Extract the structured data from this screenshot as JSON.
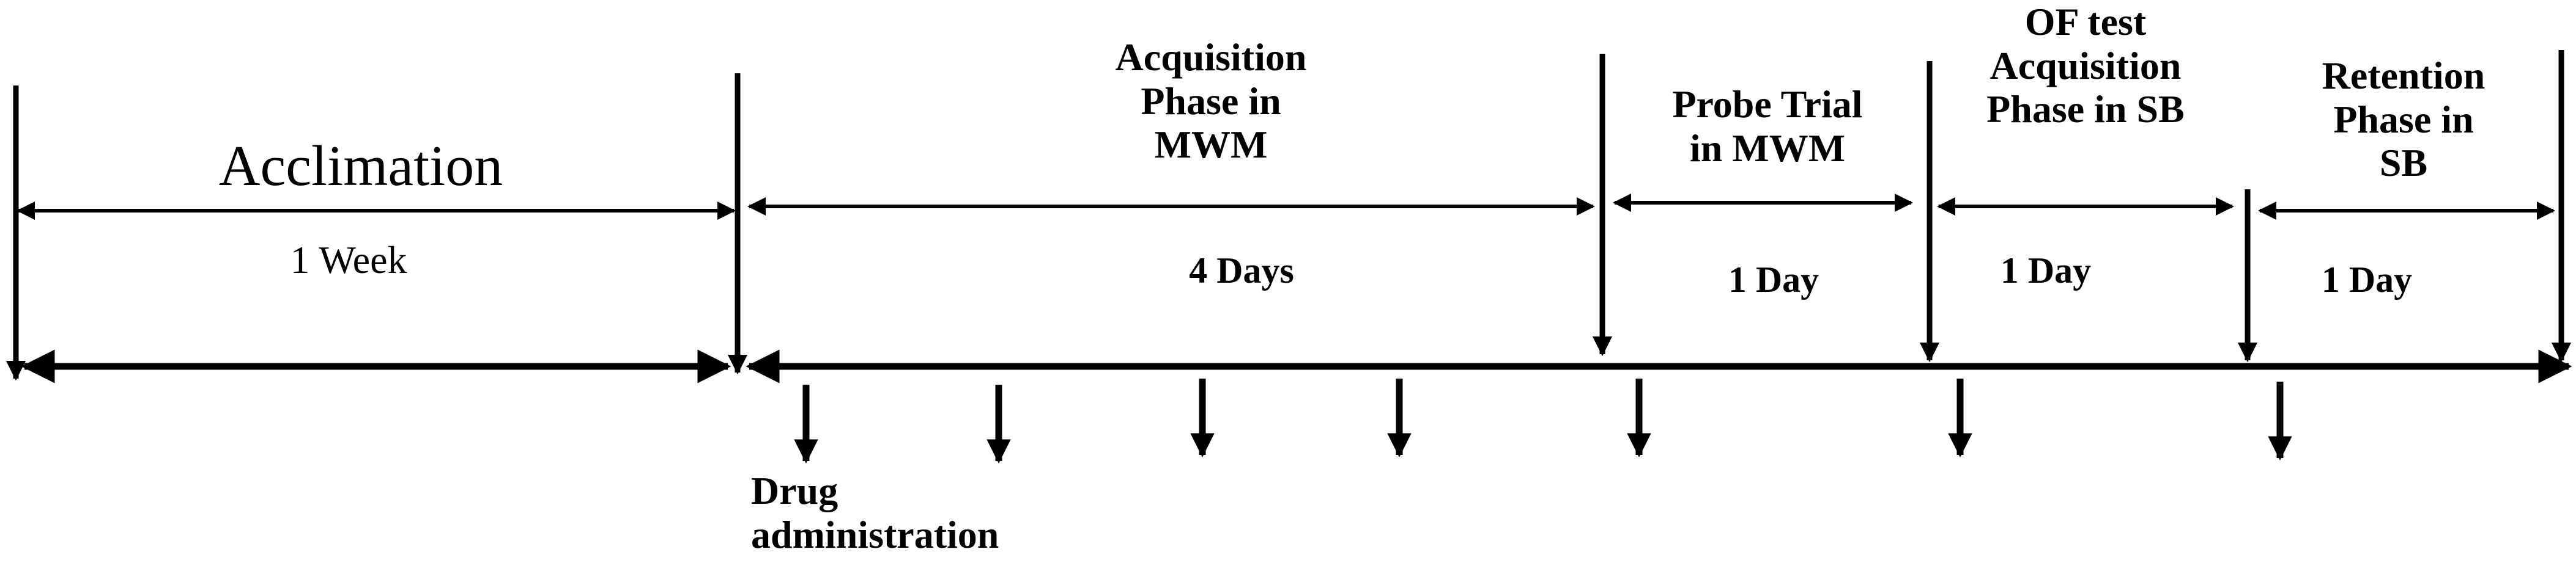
{
  "diagram": {
    "phases": [
      {
        "title": "Acclimation",
        "duration": "1 Week"
      },
      {
        "title_lines": [
          "Acquisition",
          "Phase in",
          "MWM"
        ],
        "duration": "4 Days"
      },
      {
        "title_lines": [
          "Probe Trial",
          "in MWM"
        ],
        "duration": "1 Day"
      },
      {
        "title_lines": [
          "OF test",
          "Acquisition",
          "Phase in SB"
        ],
        "duration": "1 Day"
      },
      {
        "title_lines": [
          "Retention",
          "Phase in",
          "SB"
        ],
        "duration": "1 Day"
      }
    ],
    "drug_label_lines": [
      "Drug",
      "administration"
    ],
    "drug_dose_count": 7,
    "colors": {
      "ink": "#000000",
      "background": "#ffffff"
    }
  }
}
